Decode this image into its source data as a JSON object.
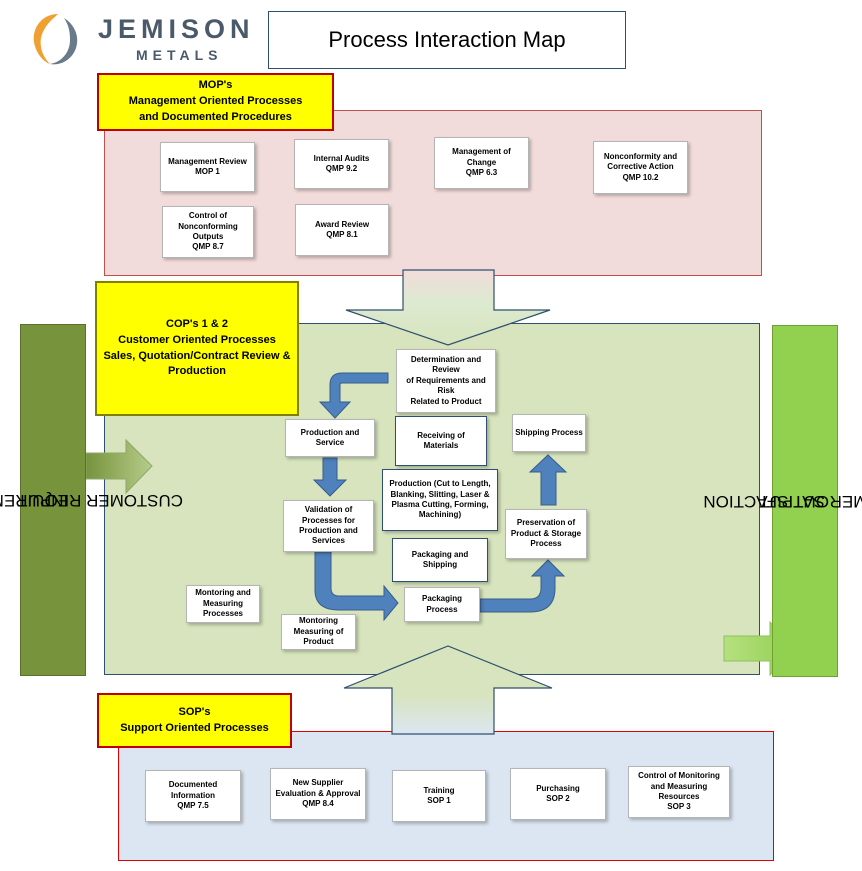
{
  "logo": {
    "name": "JEMISON",
    "sub": "METALS"
  },
  "title": "Process Interaction Map",
  "mop": {
    "label": "MOP's\nManagement Oriented Processes\nand Documented Procedures",
    "boxes": [
      "Management Review\nMOP  1",
      "Internal Audits\nQMP 9.2",
      "Management of Change\nQMP 6.3",
      "Nonconformity and\nCorrective Action\nQMP 10.2",
      "Control of\nNonconforming\nOutputs\nQMP 8.7",
      "Award Review\nQMP 8.1"
    ]
  },
  "cop": {
    "label": "COP's 1 & 2\nCustomer Oriented Processes\nSales, Quotation/Contract Review &\nProduction",
    "boxes": [
      "Determination and Review\nof  Requirements and Risk\nRelated to Product",
      "Production and\nService",
      "Receiving of\nMaterials",
      "Shipping Process",
      "Production (Cut to Length,\nBlanking, Slitting, Laser &\nPlasma Cutting, Forming,\nMachining)",
      "Validation of\nProcesses for\nProduction and\nServices",
      "Preservation of\nProduct  & Storage\nProcess",
      "Packaging and\nShipping",
      "Montoring and\nMeasuring\nProcesses",
      "Packaging\nProcess",
      "Montoring\nMeasuring of\nProduct"
    ]
  },
  "input": {
    "line1": "INPUT",
    "line2": "CUSTOMER REQUIREMENTS"
  },
  "output": {
    "line1": "OUTPUT",
    "line2": "CUSTOMER SATISFACTION"
  },
  "sop": {
    "label": "SOP's\nSupport Oriented Processes",
    "boxes": [
      "Documented\nInformation\nQMP 7.5",
      "New Supplier\nEvaluation & Approval\nQMP 8.4",
      "Training\nSOP 1",
      "Purchasing\nSOP 2",
      "Control of Monitoring\nand Measuring Resources\nSOP 3"
    ]
  },
  "colors": {
    "mop_bg": "#f2dcdb",
    "cop_bg": "#d7e4bd",
    "sop_bg": "#dce6f2",
    "input_bg": "#77933c",
    "output_bg": "#92d050",
    "flow_arrow": "#4f81bd",
    "yellow": "#ffff00"
  }
}
